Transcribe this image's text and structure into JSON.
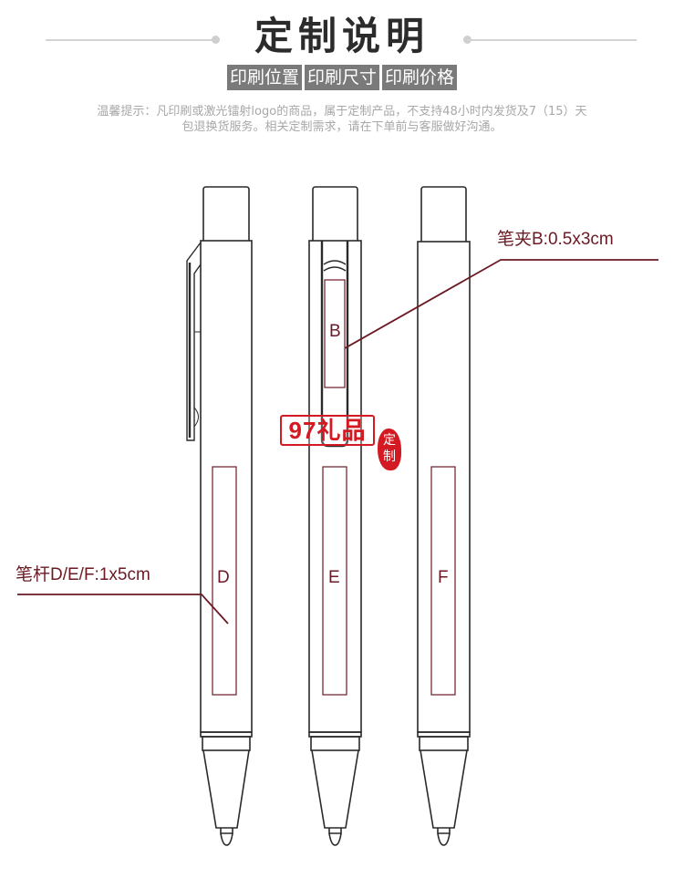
{
  "header": {
    "title": "定制说明",
    "tabs": [
      "印刷位置",
      "印刷尺寸",
      "印刷价格"
    ],
    "notice_line1": "温馨提示：凡印刷或激光镭射logo的商品，属于定制产品，不支持48小时内发货及7（15）天",
    "notice_line2": "包退换货服务。相关定制需求，请在下单前与客服做好沟通。"
  },
  "diagram": {
    "clip_label": "笔夹B:0.5x3cm",
    "barrel_label": "笔杆D/E/F:1x5cm",
    "areas": [
      "B",
      "D",
      "E",
      "F"
    ],
    "accent_color": "#6b1a24"
  },
  "watermark": {
    "logo_text": "97礼品",
    "seal_text_1": "定",
    "seal_text_2": "制"
  }
}
